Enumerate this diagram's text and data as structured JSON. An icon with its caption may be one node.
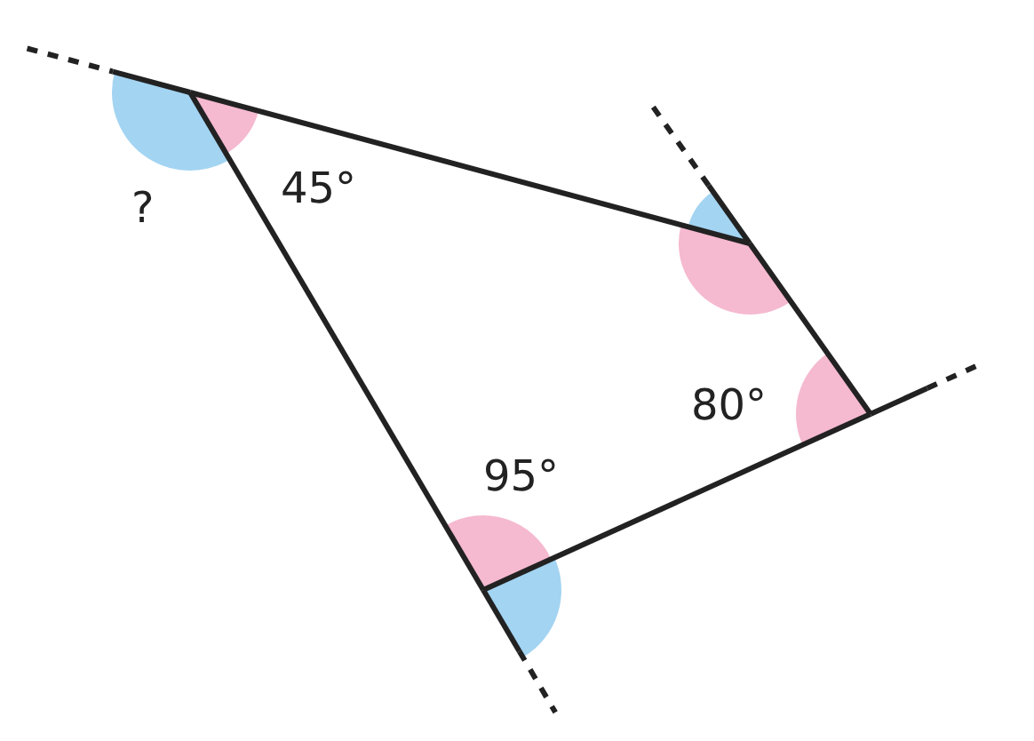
{
  "diagram": {
    "labels": [
      "?",
      "45°",
      "95°",
      "80°"
    ]
  }
}
